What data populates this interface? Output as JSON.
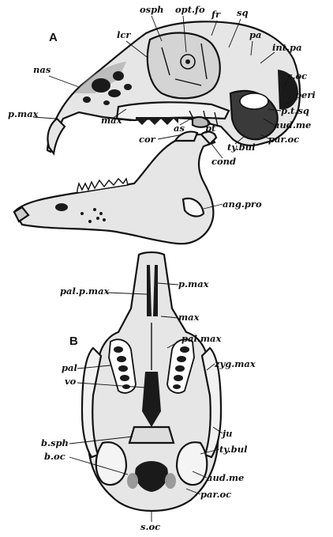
{
  "figure": {
    "panel_a": "A",
    "panel_b": "B"
  },
  "labels": {
    "osph": "osph",
    "opt_fo": "opt.fo",
    "fr": "fr",
    "sq": "sq",
    "lcr": "lcr",
    "pa": "pa",
    "int_pa": "int.pa",
    "nas": "nas",
    "s_oc_a": "s.oc",
    "peri": "peri",
    "p_max_a": "p.max",
    "p_t_sq": "p.t.sq",
    "max_a": "max",
    "aud_me_a": "aud.me",
    "as": "as",
    "pt": "pt",
    "par_oc_a": "par.oc",
    "cor": "cor",
    "ty_bul_a": "ty.bul",
    "cond": "cond",
    "ang_pro": "ang.pro",
    "pal_p_max": "pal.p.max",
    "p_max_b": "p.max",
    "max_b": "max",
    "pal_max": "pal.max",
    "pal": "pal",
    "zyg_max": "zyg.max",
    "vo": "vo",
    "ju": "ju",
    "b_sph": "b.sph",
    "ty_bul_b": "ty.bul",
    "b_oc": "b.oc",
    "aud_me_b": "aud.me",
    "par_oc_b": "par.oc",
    "s_oc_b": "s.oc"
  }
}
